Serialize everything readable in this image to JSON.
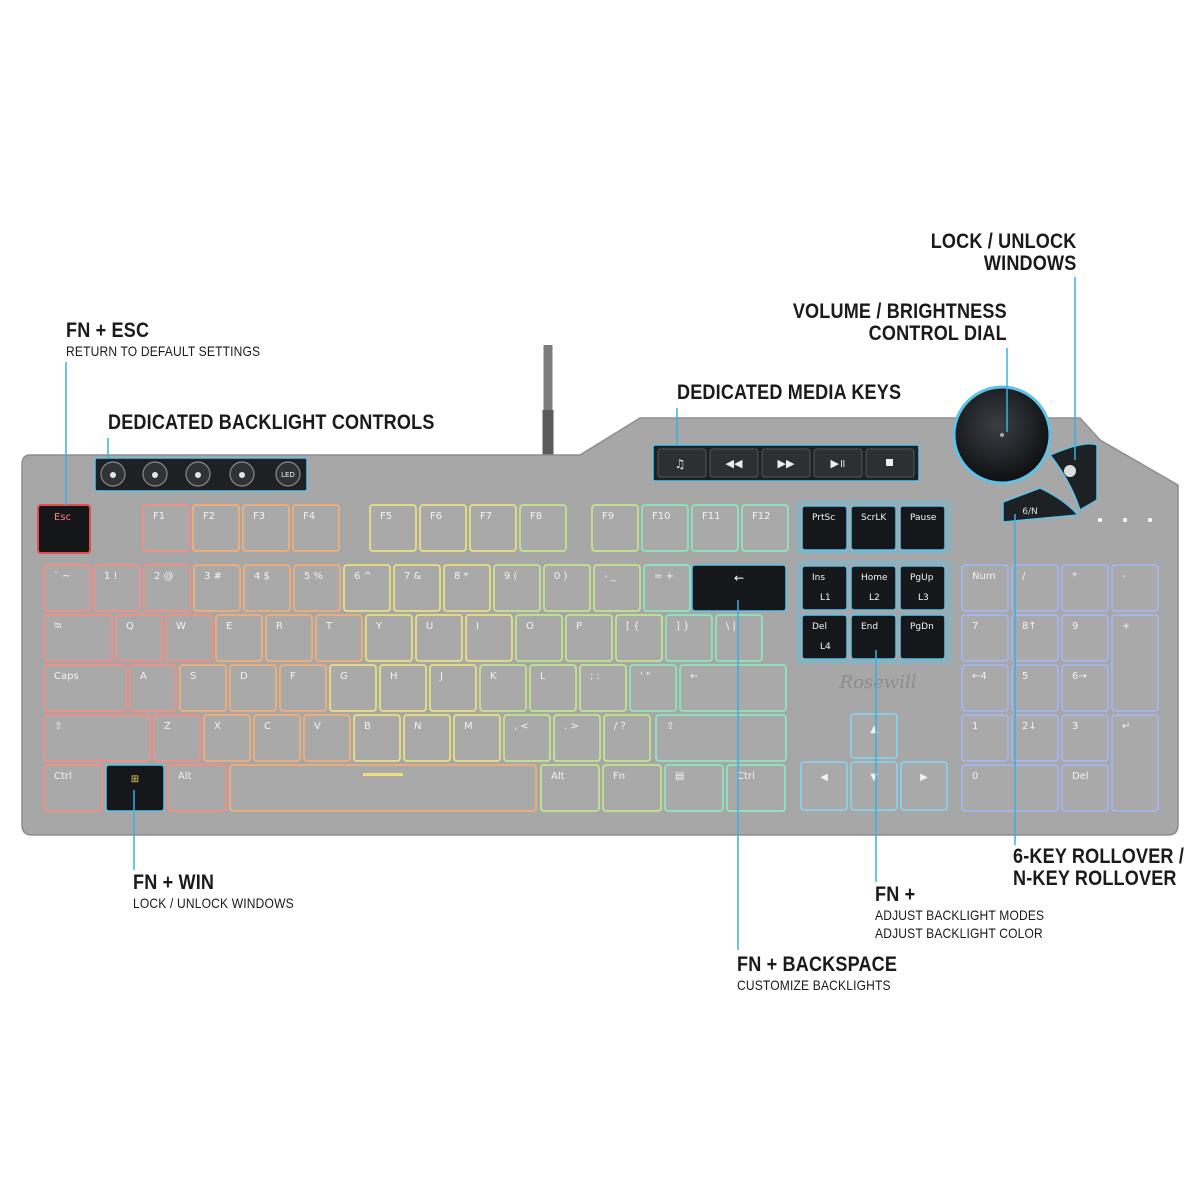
{
  "callouts": {
    "fn_esc": {
      "title": "FN + ESC",
      "sub": "RETURN TO DEFAULT SETTINGS"
    },
    "backlight": {
      "title": "DEDICATED BACKLIGHT CONTROLS"
    },
    "media": {
      "title": "DEDICATED MEDIA KEYS"
    },
    "dial": {
      "title_line1": "VOLUME / BRIGHTNESS",
      "title_line2": "CONTROL DIAL"
    },
    "lock": {
      "title_line1": "LOCK / UNLOCK",
      "title_line2": "WINDOWS"
    },
    "fn_win": {
      "title": "FN + WIN",
      "sub": "LOCK / UNLOCK WINDOWS"
    },
    "fn_modes": {
      "title": "FN +",
      "sub1": "ADJUST BACKLIGHT MODES",
      "sub2": "ADJUST BACKLIGHT COLOR"
    },
    "fn_back": {
      "title": "FN + BACKSPACE",
      "sub": "CUSTOMIZE BACKLIGHTS"
    },
    "rollover": {
      "title_line1": "6-KEY ROLLOVER /",
      "title_line2": "N-KEY ROLLOVER"
    }
  },
  "brand": "Rosewill",
  "keys": {
    "esc": "Esc",
    "f_row": [
      "F1",
      "F2",
      "F3",
      "F4",
      "F5",
      "F6",
      "F7",
      "F8",
      "F9",
      "F10",
      "F11",
      "F12"
    ],
    "nav_top": [
      "PrtSc",
      "ScrLK",
      "Pause"
    ],
    "nav_mid1": [
      "Ins",
      "Home",
      "PgUp"
    ],
    "nav_mid1_sub": [
      "L1",
      "L2",
      "L3"
    ],
    "nav_mid2": [
      "Del",
      "End",
      "PgDn"
    ],
    "nav_mid2_sub": [
      "L4",
      "",
      ""
    ],
    "num_row": [
      "` ~",
      "1 !",
      "2 @",
      "3 #",
      "4 $",
      "5 %",
      "6 ^",
      "7 &",
      "8 *",
      "9 (",
      "0 )",
      "- _",
      "= +"
    ],
    "q_row": [
      "Q",
      "W",
      "E",
      "R",
      "T",
      "Y",
      "U",
      "I",
      "O",
      "P",
      "[ {",
      "] }",
      "\\ |"
    ],
    "a_row": [
      "Caps",
      "A",
      "S",
      "D",
      "F",
      "G",
      "H",
      "J",
      "K",
      "L",
      "; :",
      "' \""
    ],
    "z_row": [
      "Z",
      "X",
      "C",
      "V",
      "B",
      "N",
      "M",
      ", <",
      ". >",
      "/ ?"
    ],
    "bottom": {
      "ctrl": "Ctrl",
      "alt": "Alt",
      "fn": "Fn"
    },
    "numpad": [
      "Num",
      "/",
      "*",
      "-",
      "7",
      "8↑",
      "9",
      "+",
      "←4",
      "5",
      "6→",
      "1",
      "2↓",
      "3",
      "0",
      "Del"
    ],
    "led": "LED",
    "arrows": [
      "▲",
      "◀",
      "▼",
      "▶"
    ]
  }
}
